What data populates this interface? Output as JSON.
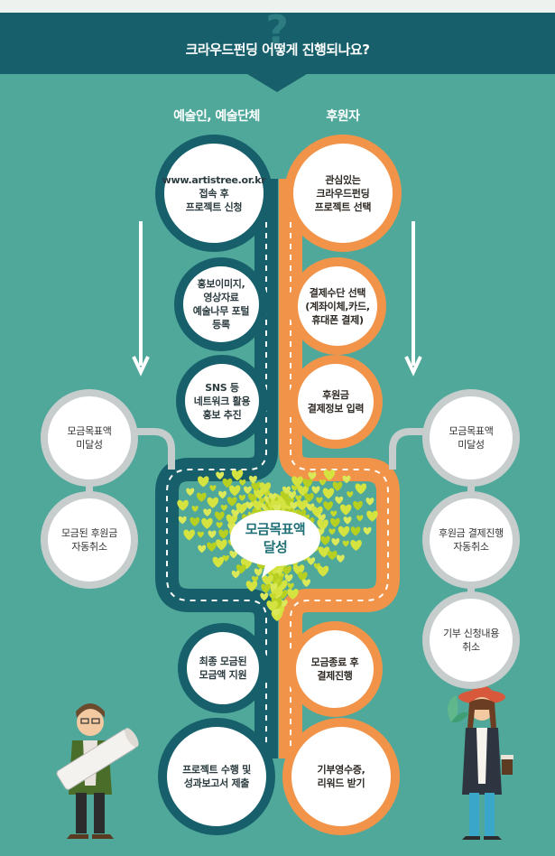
{
  "header": {
    "title": "크라우드펀딩 어떻게 진행되나요?"
  },
  "columns": {
    "artist_label": "예술인, 예술단체",
    "donor_label": "후원자"
  },
  "artist_steps": [
    {
      "label": "www.artistree.or.kr\n접속 후\n프로젝트 신청"
    },
    {
      "label": "홍보이미지,\n영상자료\n예술나무 포털\n등록"
    },
    {
      "label": "SNS 등\n네트워크 활용\n홍보 추진"
    },
    {
      "label": "최종 모금된\n모금액 지원"
    },
    {
      "label": "프로젝트 수행 및\n성과보고서 제출"
    }
  ],
  "donor_steps": [
    {
      "label": "관심있는\n크라우드펀딩\n프로젝트 선택"
    },
    {
      "label": "결제수단 선택\n(계좌이체,카드,\n휴대폰 결제)"
    },
    {
      "label": "후원금\n결제정보 입력"
    },
    {
      "label": "모금종료 후\n결제진행"
    },
    {
      "label": "기부영수증,\n리워드 받기"
    }
  ],
  "artist_fail_steps": [
    {
      "label": "모금목표액\n미달성"
    },
    {
      "label": "모금된 후원금\n자동취소"
    }
  ],
  "donor_fail_steps": [
    {
      "label": "모금목표액\n미달성"
    },
    {
      "label": "후원금 결제진행\n자동취소"
    },
    {
      "label": "기부 신청내용\n취소"
    }
  ],
  "goal": {
    "label": "모금목표액\n달성"
  },
  "colors": {
    "background": "#4fa89a",
    "banner": "#17606b",
    "artist_track": "#17606b",
    "donor_track": "#f1944a",
    "fail_ring": "#c7cdcd",
    "heart": "#c5d92c"
  }
}
